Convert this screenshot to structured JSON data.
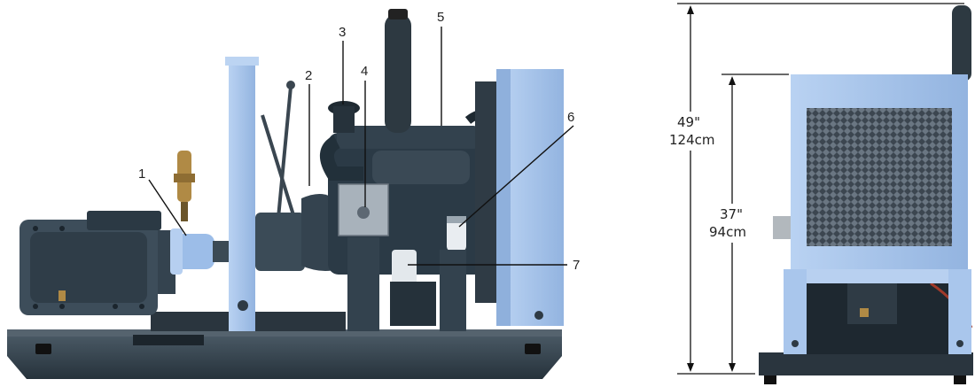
{
  "callouts": [
    {
      "number": "1"
    },
    {
      "number": "2"
    },
    {
      "number": "3"
    },
    {
      "number": "4"
    },
    {
      "number": "5"
    },
    {
      "number": "6"
    },
    {
      "number": "7"
    }
  ],
  "dimensions": {
    "overall": {
      "inches": "49\"",
      "cm": "124cm"
    },
    "frame": {
      "inches": "37\"",
      "cm": "94cm"
    }
  },
  "colors": {
    "frame_blue": "#a9c6ec",
    "pump_slate": "#3d4d5a",
    "engine_dark": "#2b3a46",
    "base_steel": "#2f3b45",
    "rust_red": "#a13a2a",
    "brass": "#b08a45"
  }
}
